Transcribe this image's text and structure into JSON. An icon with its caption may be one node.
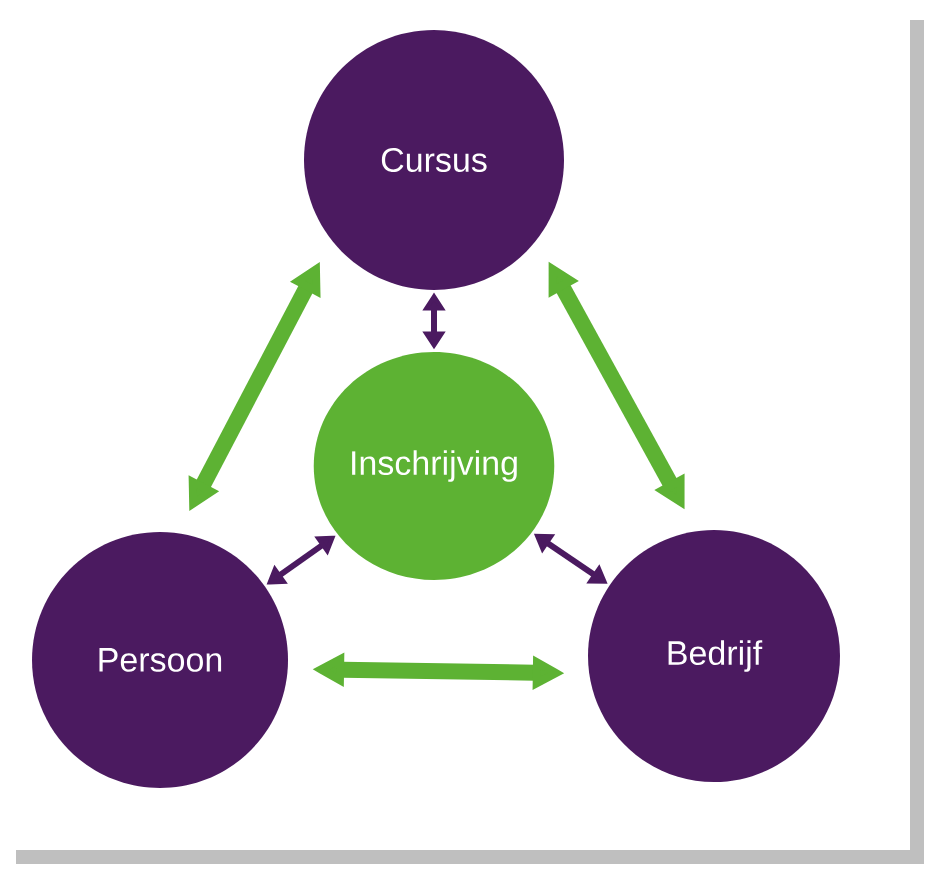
{
  "diagram": {
    "nodes": [
      {
        "text": [
          "Cursus"
        ]
      },
      {
        "text": [
          "Inschrijving"
        ]
      },
      {
        "text": [
          "Persoon"
        ]
      },
      {
        "text": [
          "Bedrijf"
        ]
      }
    ],
    "edges": [
      {
        "from": 0,
        "to": 1,
        "arrow": "both",
        "color": "#4b1a60"
      },
      {
        "from": 1,
        "to": 2,
        "arrow": "both",
        "color": "#4b1a60"
      },
      {
        "from": 1,
        "to": 3,
        "arrow": "both",
        "color": "#4b1a60"
      },
      {
        "from": 0,
        "to": 2,
        "arrow": "both",
        "style": "thick",
        "color": "#5db233"
      },
      {
        "from": 0,
        "to": 3,
        "arrow": "both",
        "style": "thick",
        "color": "#5db233"
      },
      {
        "from": 2,
        "to": 3,
        "arrow": "both",
        "style": "thick",
        "color": "#5db233"
      }
    ]
  }
}
